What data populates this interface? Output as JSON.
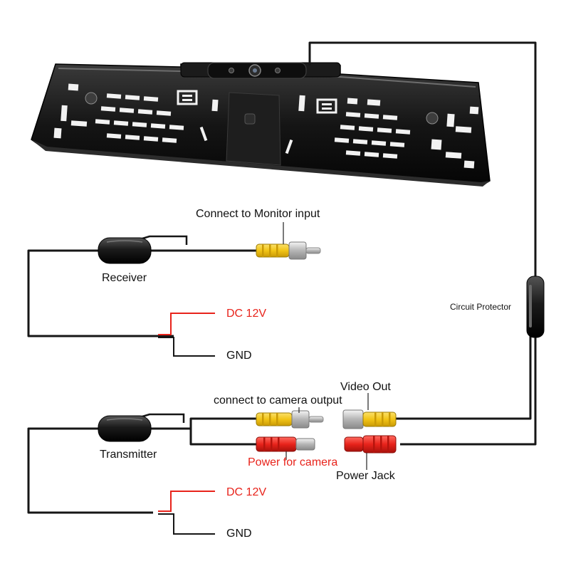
{
  "labels": {
    "monitor_input": "Connect to Monitor input",
    "receiver": "Receiver",
    "receiver_dc": "DC 12V",
    "receiver_gnd": "GND",
    "circuit_protector": "Circuit Protector",
    "video_out": "Video Out",
    "camera_output": "connect to camera output",
    "transmitter": "Transmitter",
    "power_for_camera": "Power for camera",
    "power_jack": "Power Jack",
    "transmitter_dc": "DC 12V",
    "transmitter_gnd": "GND"
  },
  "colors": {
    "cable": "#161616",
    "power_wire": "#e8231b",
    "rca_yellow": "#f2c416",
    "dc_red": "#e8231b",
    "metal": "#c8c8c8",
    "label_red": "#e8231b"
  }
}
